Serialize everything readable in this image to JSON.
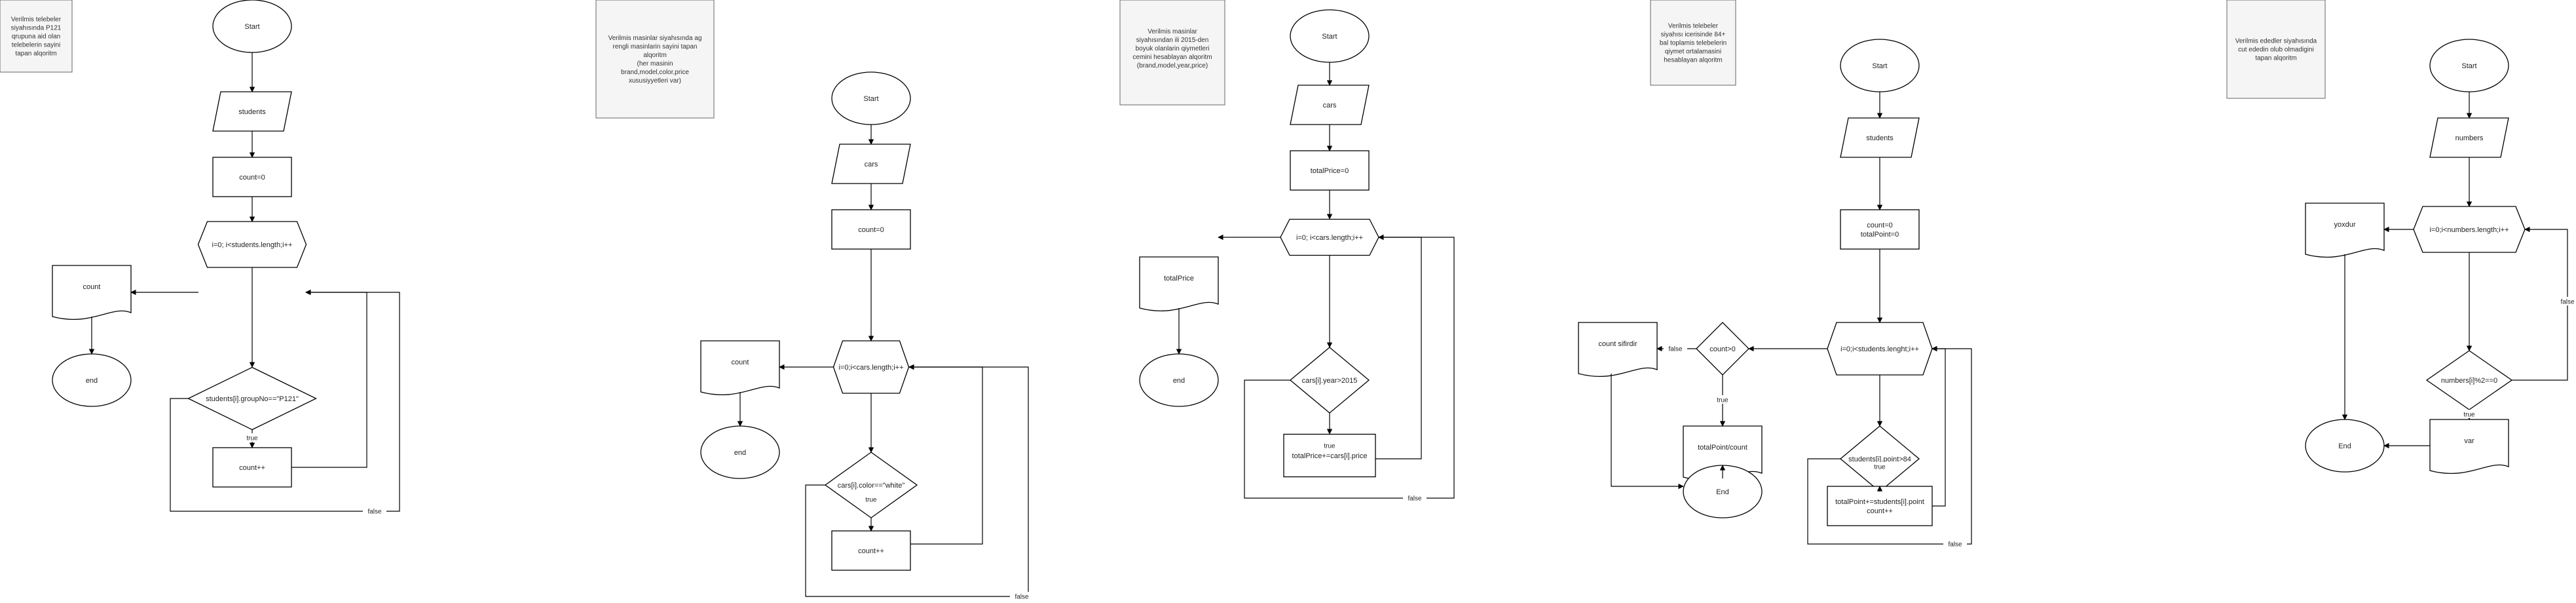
{
  "diagrams": [
    {
      "note": [
        "Verilmis telebeler",
        "siyahısında P121",
        "qrupuna aid olan",
        "telebelerin sayini",
        "tapan alqoritm"
      ],
      "nodes": {
        "start": "Start",
        "input": "students",
        "init": "count=0",
        "loop": "i=0; i<students.length;i++",
        "cond": "students[i].groupNo==\"P121\"",
        "action": "count++",
        "output": "count",
        "end": "end"
      },
      "edge_labels": {
        "true": "true",
        "false": "false"
      }
    },
    {
      "note": [
        "Verilmis masinlar siyahısında ag",
        "rengli masinlarin sayini tapan",
        "alqoritm",
        "(her masinin",
        "brand,model,color,price",
        "xususiyyetleri var)"
      ],
      "nodes": {
        "start": "Start",
        "input": "cars",
        "init": "count=0",
        "loop": "i=0;i<cars.length;i++",
        "cond": "cars[i].color==\"white\"",
        "action": "count++",
        "output": "count",
        "end": "end"
      },
      "edge_labels": {
        "true": "true",
        "false": "false"
      }
    },
    {
      "note": [
        "Verilmis masinlar",
        "siyahısından ili 2015-den",
        "boyuk olanlarin qiymetleri",
        "cemini hesablayan alqoritm",
        "",
        "(brand,model,year,price)"
      ],
      "nodes": {
        "start": "Start",
        "input": "cars",
        "init": "totalPrice=0",
        "loop": "i=0; i<cars.length;i++",
        "cond": "cars[i].year>2015",
        "action": "totalPrice+=cars[i].price",
        "output": "totalPrice",
        "end": "end"
      },
      "edge_labels": {
        "true": "true",
        "false": "false"
      }
    },
    {
      "note": [
        "Verilmis telebeler",
        "siyahısı icerisinde 84+",
        "bal toplamis telebelerin",
        "qiymet ortalamasini",
        "hesablayan alqoritm"
      ],
      "nodes": {
        "start": "Start",
        "input": "students",
        "init": [
          "count=0",
          "totalPoint=0"
        ],
        "loop": "i=0;i<students.lenght;i++",
        "cond": "students[i].point>84",
        "action": [
          "totalPoint+=students[i].point",
          "count++"
        ],
        "count_check": "count>0",
        "output_avg": "totalPoint/count",
        "output_zero": "count sifirdir",
        "end": "End"
      },
      "edge_labels": {
        "true": "true",
        "false": "false",
        "false2": "false",
        "true2": "true"
      }
    },
    {
      "note": [
        "Verilmis ededler siyahısında",
        "cut ededin olub olmadigini",
        "tapan alqoritm"
      ],
      "nodes": {
        "start": "Start",
        "input": "numbers",
        "loop": "i=0;i<numbers.length;i++",
        "cond": "numbers[i]%2==0",
        "output_yes": "var",
        "output_no": "yoxdur",
        "end": "End"
      },
      "edge_labels": {
        "true": "true",
        "false": "false"
      }
    }
  ],
  "colors": {
    "stroke": "#000000",
    "note_fill": "#f5f5f5",
    "note_stroke": "#666666",
    "shape_fill": "#ffffff",
    "text": "#222222"
  }
}
